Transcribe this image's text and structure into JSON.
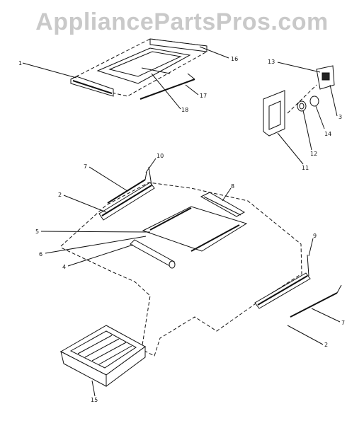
{
  "watermark": "AppliancePartsPros.com",
  "callouts": [
    {
      "id": "c1",
      "label": "1"
    },
    {
      "id": "c16",
      "label": "16"
    },
    {
      "id": "c17",
      "label": "17"
    },
    {
      "id": "c18",
      "label": "18"
    },
    {
      "id": "c13",
      "label": "13"
    },
    {
      "id": "c3",
      "label": "3"
    },
    {
      "id": "c14",
      "label": "14"
    },
    {
      "id": "c12",
      "label": "12"
    },
    {
      "id": "c11",
      "label": "11"
    },
    {
      "id": "c10",
      "label": "10"
    },
    {
      "id": "c7a",
      "label": "7"
    },
    {
      "id": "c2a",
      "label": "2"
    },
    {
      "id": "c8",
      "label": "8"
    },
    {
      "id": "c5",
      "label": "5"
    },
    {
      "id": "c6",
      "label": "6"
    },
    {
      "id": "c4",
      "label": "4"
    },
    {
      "id": "c9",
      "label": "9"
    },
    {
      "id": "c7b",
      "label": "7"
    },
    {
      "id": "c2b",
      "label": "2"
    },
    {
      "id": "c15",
      "label": "15"
    }
  ]
}
